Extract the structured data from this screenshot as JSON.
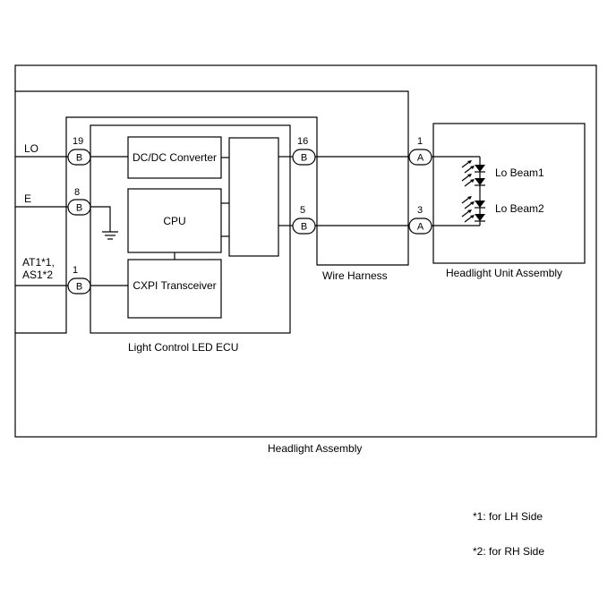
{
  "diagram": {
    "signals": {
      "lo": "LO",
      "e": "E",
      "at_line1": "AT1*1,",
      "at_line2": "AS1*2"
    },
    "pins": {
      "lo": "19",
      "e": "8",
      "at": "1",
      "out_upper": "16",
      "out_lower": "5",
      "lamp_upper": "1",
      "lamp_lower": "3"
    },
    "connectors": {
      "ecu": "B",
      "lamp": "A"
    },
    "blocks": {
      "dcdc": "DC/DC Converter",
      "cpu": "CPU",
      "cxpi": "CXPI Transceiver"
    },
    "labels": {
      "ecu": "Light Control LED ECU",
      "wire_harness": "Wire Harness",
      "headlight_unit": "Headlight Unit Assembly",
      "headlight_assembly": "Headlight Assembly",
      "lo_beam1": "Lo Beam1",
      "lo_beam2": "Lo Beam2"
    },
    "notes": {
      "note1": "*1: for LH Side",
      "note2": "*2: for RH Side"
    }
  }
}
